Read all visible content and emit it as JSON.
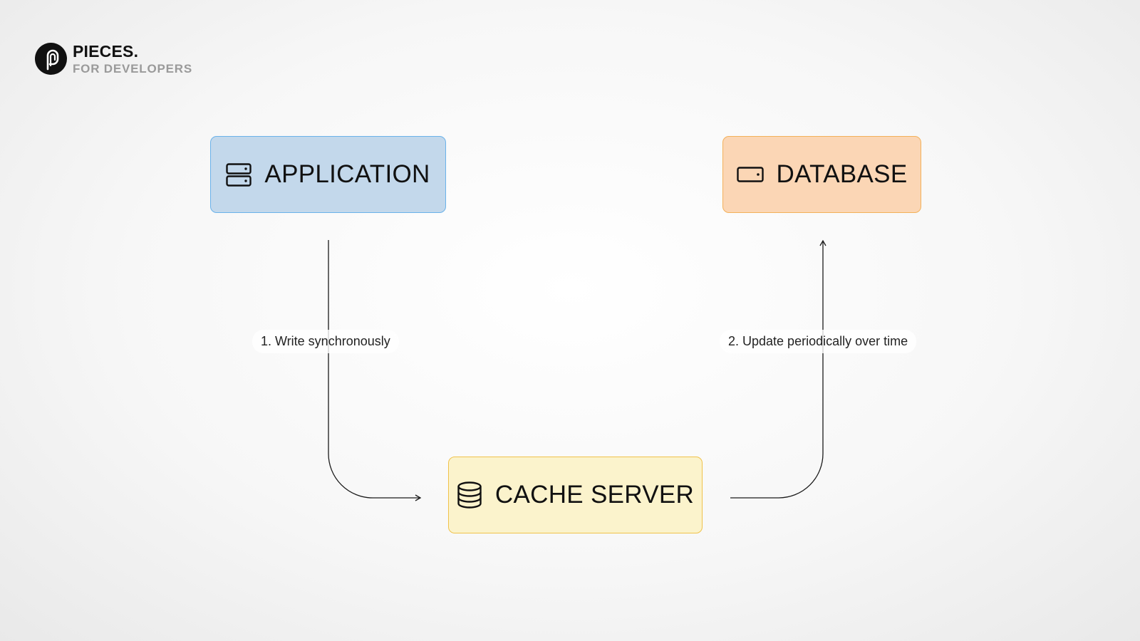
{
  "brand": {
    "name": "PIECES",
    "name_dot": ".",
    "tagline": "FOR DEVELOPERS"
  },
  "nodes": {
    "application": {
      "label": "APPLICATION",
      "icon": "server-icon",
      "fill": "#c3d8eb",
      "border": "#6ab2ea"
    },
    "database": {
      "label": "DATABASE",
      "icon": "hard-drive-icon",
      "fill": "#fbd6b5",
      "border": "#f3b15a"
    },
    "cache_server": {
      "label": "CACHE SERVER",
      "icon": "database-stack-icon",
      "fill": "#fbf3cc",
      "border": "#f0c24a"
    }
  },
  "edges": [
    {
      "from": "application",
      "to": "cache_server",
      "label": "1. Write synchronously"
    },
    {
      "from": "cache_server",
      "to": "database",
      "label": "2. Update periodically over time"
    }
  ]
}
